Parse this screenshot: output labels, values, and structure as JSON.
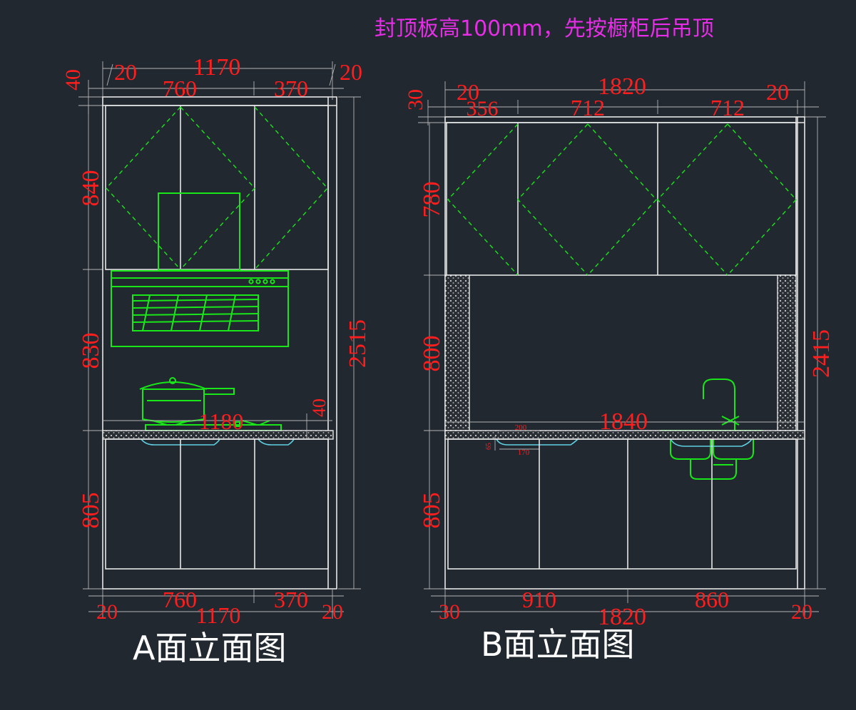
{
  "note": "封顶板高100mm，先按橱柜后吊顶",
  "elevation_a": {
    "title": "A面立面图",
    "top_dims": {
      "overall": "1170",
      "left_gap": "20",
      "right_gap": "20",
      "left_section": "760",
      "right_section": "370",
      "top_board": "40"
    },
    "left_dims": {
      "upper": "840",
      "middle": "830",
      "lower": "805"
    },
    "right_dims": {
      "total": "2515"
    },
    "counter_dims": {
      "width": "1180",
      "thickness": "40"
    },
    "bottom_dims": {
      "left_section": "760",
      "right_section": "370",
      "overall": "1170",
      "left_gap": "20",
      "right_gap": "20"
    }
  },
  "elevation_b": {
    "title": "B面立面图",
    "top_dims": {
      "overall": "1820",
      "left_gap": "20",
      "right_gap": "20",
      "seg1": "356",
      "seg2": "712",
      "seg3": "712",
      "top_board": "30"
    },
    "left_dims": {
      "upper": "780",
      "middle": "800",
      "lower": "805"
    },
    "right_dims": {
      "total": "2415"
    },
    "counter_dims": {
      "width": "1840",
      "small_a": "200",
      "small_b": "170",
      "small_c": "65"
    },
    "bottom_dims": {
      "left_section": "910",
      "right_section": "860",
      "overall": "1820",
      "left_gap": "30",
      "right_gap": "20"
    }
  }
}
